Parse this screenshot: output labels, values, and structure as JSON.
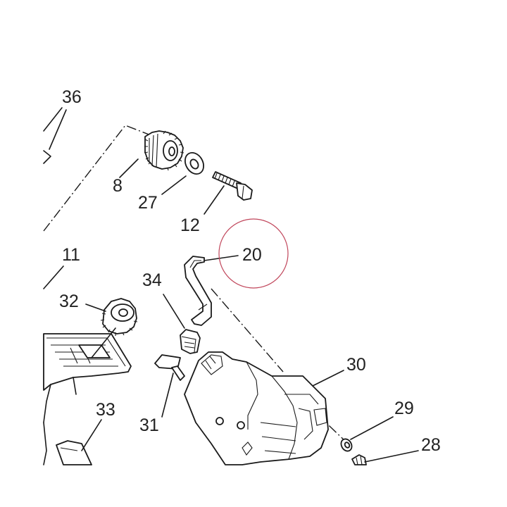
{
  "diagram": {
    "labels": {
      "p36": "36",
      "p8": "8",
      "p27": "27",
      "p12": "12",
      "p20": "20",
      "p11": "11",
      "p34": "34",
      "p32": "32",
      "p30": "30",
      "p29": "29",
      "p28": "28",
      "p33": "33",
      "p31": "31"
    },
    "highlight_color": "#c0455a",
    "line_color": "#1a1a1a"
  }
}
